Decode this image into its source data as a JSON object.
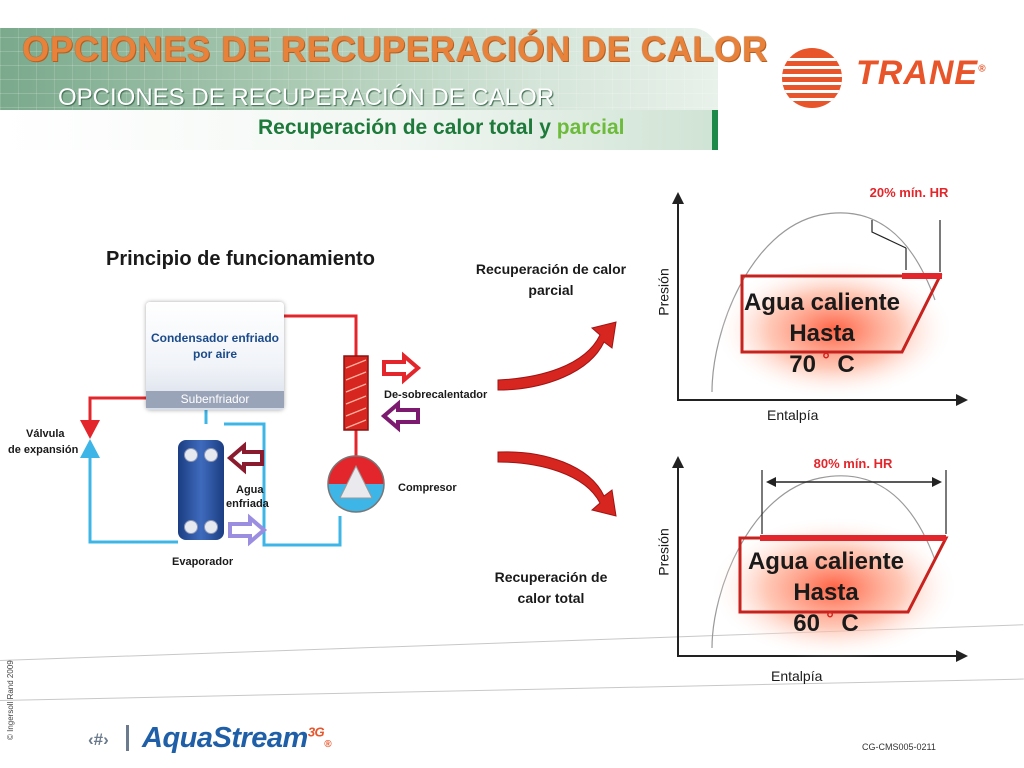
{
  "header": {
    "title_main": "OPCIONES DE RECUPERACIÓN DE CALOR",
    "title_sub": "OPCIONES DE RECUPERACIÓN DE CALOR",
    "section_part1": "Recuperación de calor total y",
    "section_part2": "parcial"
  },
  "brand": {
    "name": "TRANE",
    "reg": "®",
    "color": "#e8552a"
  },
  "diagram": {
    "heading": "Principio de funcionamiento",
    "condensador": "Condensador enfriado por aire",
    "subenfriador": "Subenfriador",
    "valvula": "Válvula",
    "expansion": "de expansión",
    "agua": "Agua",
    "enfriada": "enfriada",
    "evaporador": "Evaporador",
    "compresor": "Compresor",
    "desobrecalentador": "De-sobrecalentador",
    "colors": {
      "hot": "#e3262b",
      "cold": "#3db5e6",
      "return": "#7b1a6e"
    }
  },
  "recuperacion": {
    "parcial": "Recuperación de calor parcial",
    "total": "Recuperación de calor total"
  },
  "graphs": {
    "top": {
      "hr": "20% mín. HR",
      "ylabel": "Presión",
      "xlabel": "Entalpía",
      "line1": "Agua caliente",
      "line2": "Hasta",
      "temp": "70",
      "deg": "˚",
      "unit": "C"
    },
    "bottom": {
      "hr": "80% mín. HR",
      "ylabel": "Presión",
      "xlabel": "Entalpía",
      "line1": "Agua caliente",
      "line2": "Hasta",
      "temp": "60",
      "deg": "˚",
      "unit": "C"
    }
  },
  "footer": {
    "copyright": "© Ingersoll Rand 2009",
    "page": "‹#›",
    "logo_main": "AquaStream",
    "logo_sup": "3G",
    "logo_reg": "®",
    "code": "CG-CMS005-0211"
  }
}
